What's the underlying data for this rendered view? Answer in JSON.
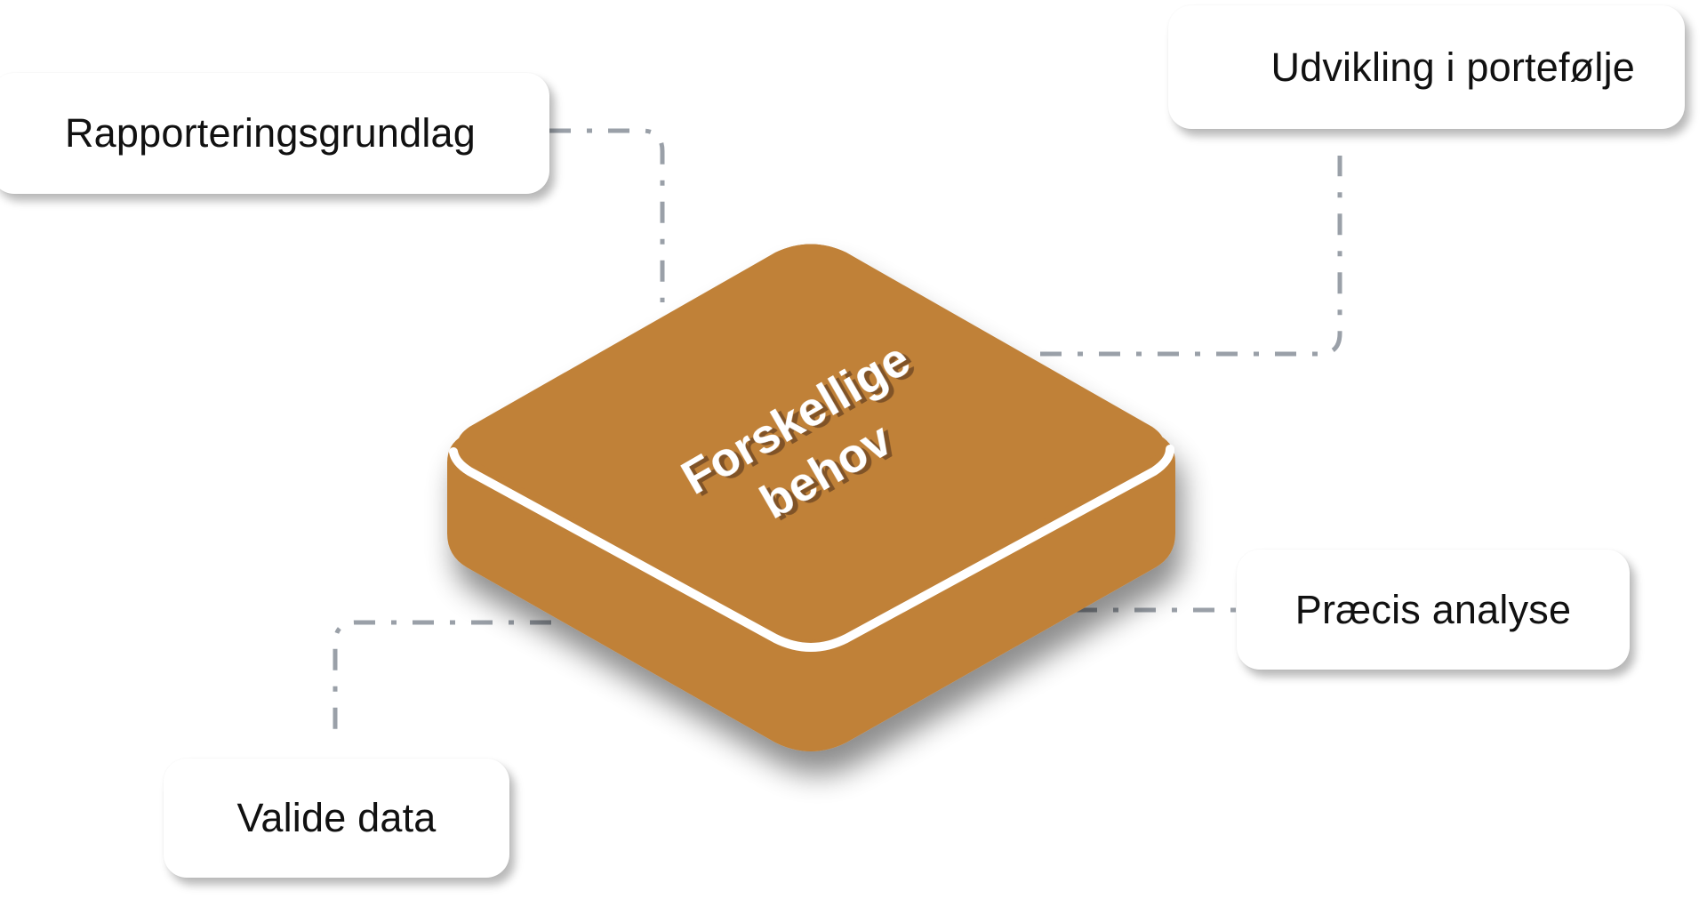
{
  "diagram": {
    "center": {
      "label_line1": "Forskellige",
      "label_line2": "behov"
    },
    "nodes": [
      {
        "label": "Rapporteringsgrundlag"
      },
      {
        "label": "Udvikling i portefølje"
      },
      {
        "label": "Præcis analyse"
      },
      {
        "label": "Valide data"
      }
    ]
  },
  "colors": {
    "cube": "#c08138",
    "rim": "#ffffff",
    "connector": "#9aa0a8",
    "card": "#ffffff",
    "text": "#111111"
  }
}
